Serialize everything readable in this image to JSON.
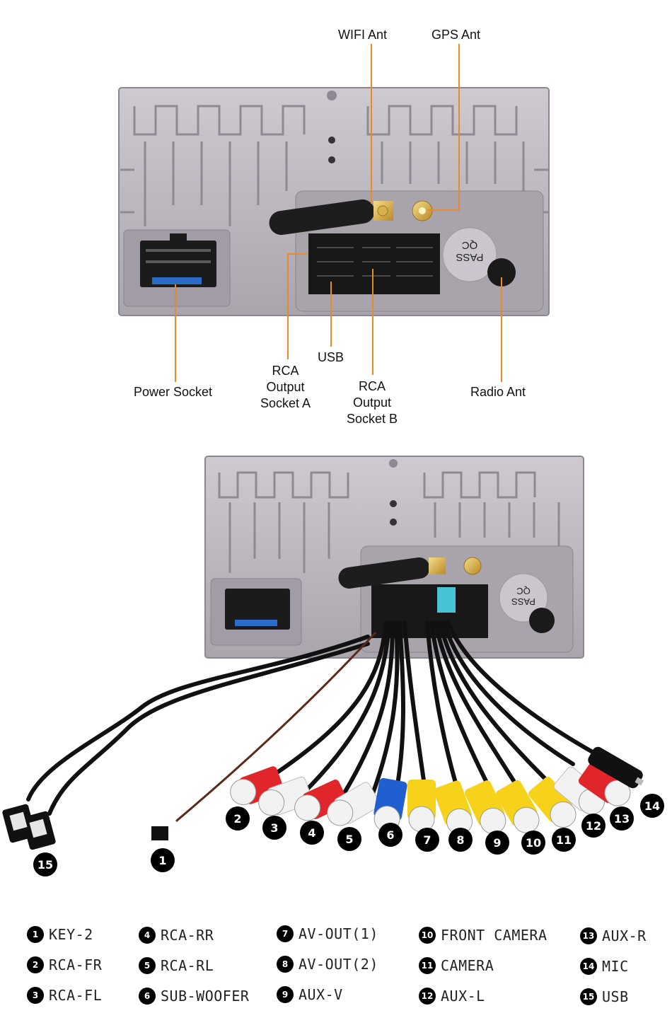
{
  "callouts": {
    "wifi_ant": "WIFI Ant",
    "gps_ant": "GPS Ant",
    "usb": "USB",
    "rca_output_a": [
      "RCA",
      "Output",
      "Socket A"
    ],
    "rca_output_b": [
      "RCA",
      "Output",
      "Socket B"
    ],
    "power_socket": "Power Socket",
    "radio_ant": "Radio Ant"
  },
  "panel_marks": {
    "qc": "QC",
    "pass": "PASS"
  },
  "cable_numbers": [
    "1",
    "2",
    "3",
    "4",
    "5",
    "6",
    "7",
    "8",
    "9",
    "10",
    "11",
    "12",
    "13",
    "14",
    "15"
  ],
  "legend": [
    {
      "num": "1",
      "label": "KEY-2"
    },
    {
      "num": "2",
      "label": "RCA-FR"
    },
    {
      "num": "3",
      "label": "RCA-FL"
    },
    {
      "num": "4",
      "label": "RCA-RR"
    },
    {
      "num": "5",
      "label": "RCA-RL"
    },
    {
      "num": "6",
      "label": "SUB-WOOFER"
    },
    {
      "num": "7",
      "label": "AV-OUT(1)"
    },
    {
      "num": "8",
      "label": "AV-OUT(2)"
    },
    {
      "num": "9",
      "label": "AUX-V"
    },
    {
      "num": "10",
      "label": "FRONT CAMERA"
    },
    {
      "num": "11",
      "label": "CAMERA"
    },
    {
      "num": "12",
      "label": "AUX-L"
    },
    {
      "num": "13",
      "label": "AUX-R"
    },
    {
      "num": "14",
      "label": "MIC"
    },
    {
      "num": "15",
      "label": "USB"
    }
  ],
  "colors": {
    "leader": "#e88a2a",
    "panel": "#b9b3bb",
    "rca_red": "#e0262b",
    "rca_white": "#f2f2f2",
    "rca_yellow": "#f6d21a",
    "rca_blue": "#1f5fd0"
  }
}
